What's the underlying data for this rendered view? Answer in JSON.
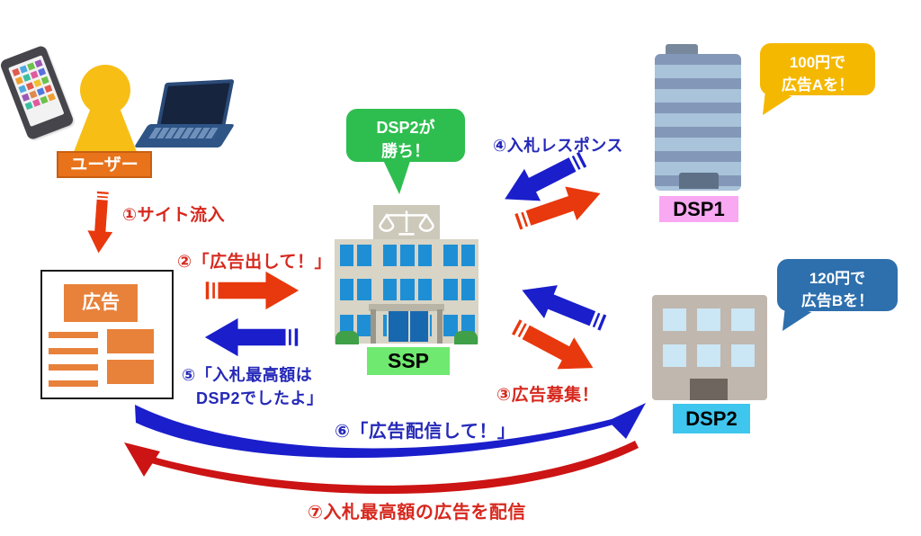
{
  "user": {
    "label": "ユーザー"
  },
  "webpage": {
    "ad_label": "広告"
  },
  "ssp": {
    "label": "SSP",
    "bubble": [
      "DSP2が",
      "勝ち！"
    ]
  },
  "dsp1": {
    "label": "DSP1",
    "bubble": [
      "100円で",
      "広告Aを！"
    ]
  },
  "dsp2": {
    "label": "DSP2",
    "bubble": [
      "120円で",
      "広告Bを！"
    ]
  },
  "steps": {
    "step1": "①サイト流入",
    "step2": "②「広告出して！」",
    "step3": "③広告募集！",
    "step4": "④入札レスポンス",
    "step5_line1": "⑤「入札最高額は",
    "step5_line2": "DSP2でしたよ」",
    "step6": "⑥「広告配信して！」",
    "step7": "⑦入札最高額の広告を配信"
  },
  "colors": {
    "arrow_red": "#e8380d",
    "arrow_blue": "#1b1ecb",
    "text_red": "#d7281e",
    "text_blue": "#2529b8",
    "bubble_green": "#2ebe4f",
    "bubble_yellow": "#f5b800",
    "bubble_blue": "#2e6fad",
    "label_user_orange": "#e8731a",
    "label_ssp_green": "#6fe96f",
    "label_dsp1_pink": "#f9a8f2",
    "label_dsp2_cyan": "#3ec6ef",
    "ad_orange": "#e8813a"
  }
}
